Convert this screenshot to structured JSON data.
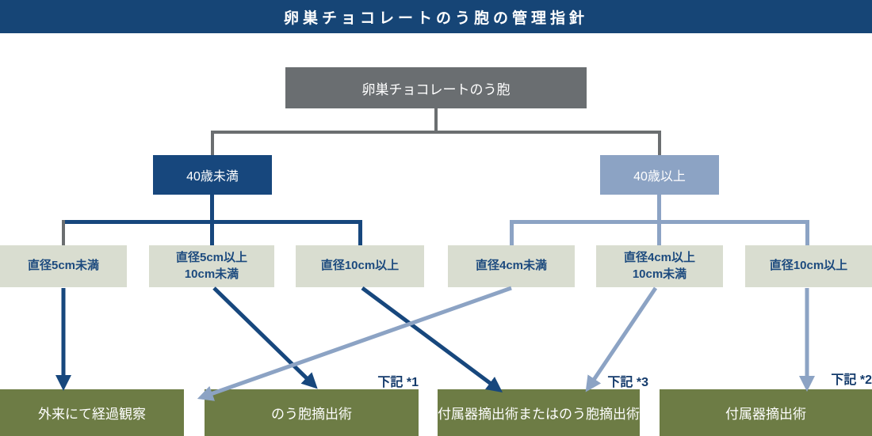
{
  "title": "卵巣チョコレートのう胞の管理指針",
  "flowchart": {
    "root": {
      "id": "root",
      "label": "卵巣チョコレートのう胞"
    },
    "age_branches": [
      {
        "id": "under40",
        "label": "40歳未満"
      },
      {
        "id": "over40",
        "label": "40歳以上"
      }
    ],
    "size_criteria": [
      {
        "id": "u40_lt5",
        "branch": "under40",
        "label": "直径5cm未満"
      },
      {
        "id": "u40_5to10",
        "branch": "under40",
        "label": "直径5cm以上\n10cm未満"
      },
      {
        "id": "u40_ge10",
        "branch": "under40",
        "label": "直径10cm以上"
      },
      {
        "id": "o40_lt4",
        "branch": "over40",
        "label": "直径4cm未満"
      },
      {
        "id": "o40_4to10",
        "branch": "over40",
        "label": "直径4cm以上\n10cm未満"
      },
      {
        "id": "o40_ge10",
        "branch": "over40",
        "label": "直径10cm以上"
      }
    ],
    "outcomes": [
      {
        "id": "observation",
        "label": "外来にて経過観察",
        "note": ""
      },
      {
        "id": "cystectomy",
        "label": "のう胞摘出術",
        "note": "下記 *1"
      },
      {
        "id": "adnex_or_cyst",
        "label": "付属器摘出術またはのう胞摘出術",
        "note": "下記 *3"
      },
      {
        "id": "adnexectomy",
        "label": "付属器摘出術",
        "note": "下記 *2"
      }
    ],
    "edges": [
      {
        "from": "root",
        "to": "under40"
      },
      {
        "from": "root",
        "to": "over40"
      },
      {
        "from": "under40",
        "to": "u40_lt5"
      },
      {
        "from": "under40",
        "to": "u40_5to10"
      },
      {
        "from": "under40",
        "to": "u40_ge10"
      },
      {
        "from": "over40",
        "to": "o40_lt4"
      },
      {
        "from": "over40",
        "to": "o40_4to10"
      },
      {
        "from": "over40",
        "to": "o40_ge10"
      },
      {
        "from": "u40_lt5",
        "to": "observation"
      },
      {
        "from": "u40_5to10",
        "to": "cystectomy"
      },
      {
        "from": "u40_ge10",
        "to": "adnex_or_cyst"
      },
      {
        "from": "o40_lt4",
        "to": "observation"
      },
      {
        "from": "o40_4to10",
        "to": "adnex_or_cyst"
      },
      {
        "from": "o40_ge10",
        "to": "adnexectomy"
      }
    ]
  },
  "colors": {
    "header_bg": "#164576",
    "navy": "#17477d",
    "root_gray": "#6a6e71",
    "light_blue": "#8ca3c4",
    "criteria_bg": "#d9ddd0",
    "criteria_text": "#1c4a7e",
    "outcome_green": "#6d7c45",
    "connector_gray": "#6b6e70",
    "note_text": "#133a6b"
  }
}
